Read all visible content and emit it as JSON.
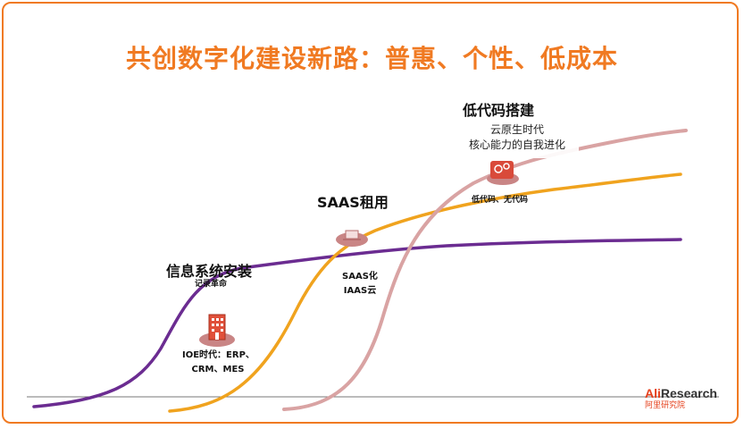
{
  "title": "共创数字化建设新路：普惠、个性、低成本",
  "stages": [
    {
      "label": "信息系统安装",
      "sublabel": "记录革命",
      "note_line1": "IOE时代：ERP、",
      "note_line2": "CRM、MES",
      "icon": "building-icon"
    },
    {
      "label": "SAAS租用",
      "note_line1": "SAAS化",
      "note_line2": "IAAS云",
      "icon": "laptop-icon"
    },
    {
      "label": "低代码搭建",
      "note_line1": "低代码、无代码",
      "icon": "head-gears-icon"
    }
  ],
  "cloud_note": {
    "line1": "云原生时代",
    "line2": "核心能力的自我进化"
  },
  "logo": {
    "brand_a": "Ali",
    "brand_b": "Research",
    "sub": "阿里研究院"
  },
  "colors": {
    "frame": "#f07a22",
    "title": "#f07a22",
    "curve1": "#6b2c91",
    "curve2": "#f0a31e",
    "curve3": "#d9a3a3",
    "disc": "#c98585"
  }
}
